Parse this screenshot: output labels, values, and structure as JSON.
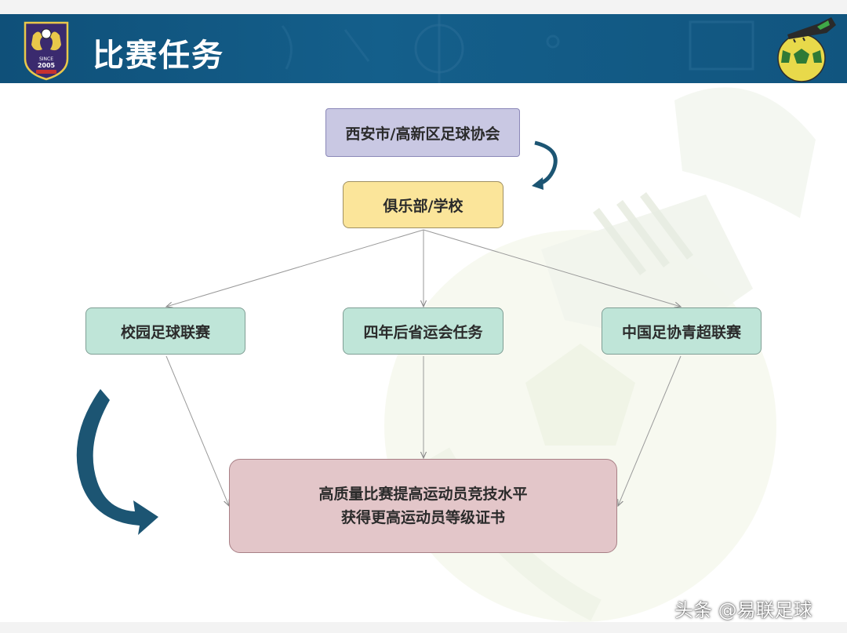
{
  "slide": {
    "title": "比赛任务",
    "accent_color": "#11557f"
  },
  "logo": {
    "text_year": "2005",
    "text_since": "SINCE",
    "icon": "club-crest-icon"
  },
  "nodes": {
    "association": "西安市/高新区足球协会",
    "club": "俱乐部/学校",
    "campus_league": "校园足球联赛",
    "provincial_games": "四年后省运会任务",
    "super_league": "中国足协青超联赛",
    "goal_line1": "高质量比赛提高运动员竞技水平",
    "goal_line2": "获得更高运动员等级证书"
  },
  "watermark": "头条 @易联足球",
  "colors": {
    "association_fill": "#c9c8e3",
    "club_fill": "#fbe59a",
    "league_fill": "#bfe5d8",
    "goal_fill": "#e3c6c9",
    "arrow_color": "#1c5573"
  }
}
